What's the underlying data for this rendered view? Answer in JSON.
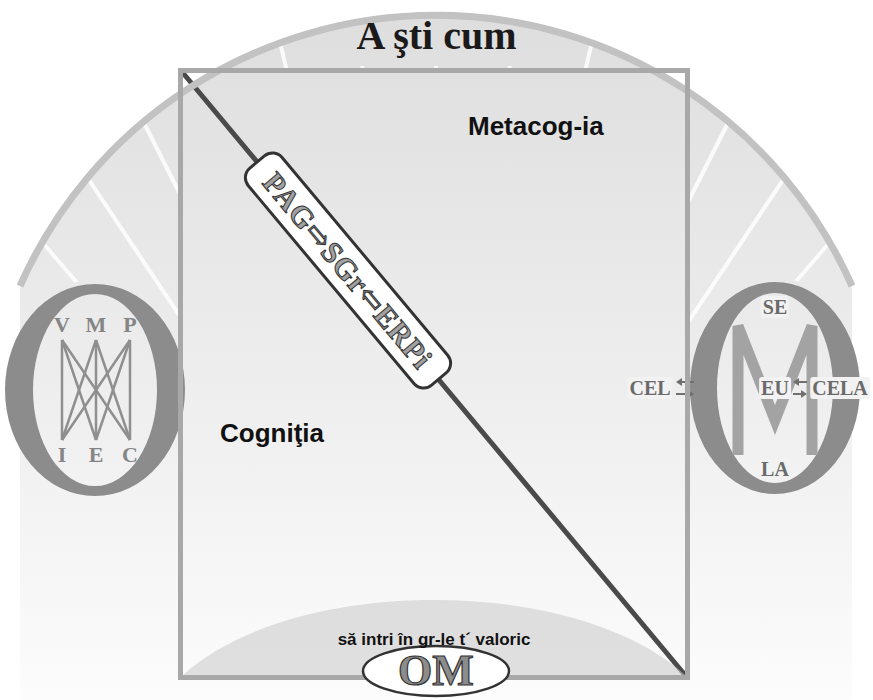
{
  "diagram": {
    "nodes": [
      {
        "text": [
          "A şti cum"
        ]
      },
      {
        "text": [
          "Metacog-ia",
          "Cogniţia"
        ]
      },
      {
        "text": [
          "PAG⇨SGr⇦ERPi"
        ],
        "in": 1
      },
      {
        "text": [
          "să intri în gr-le t´ valoric"
        ],
        "in": 1
      },
      {
        "text": [
          "OM"
        ]
      }
    ],
    "labels": [
      "V",
      "M",
      "P",
      "I",
      "E",
      "C",
      "SE",
      "CEL",
      "EU",
      "CELA",
      "LA"
    ]
  }
}
